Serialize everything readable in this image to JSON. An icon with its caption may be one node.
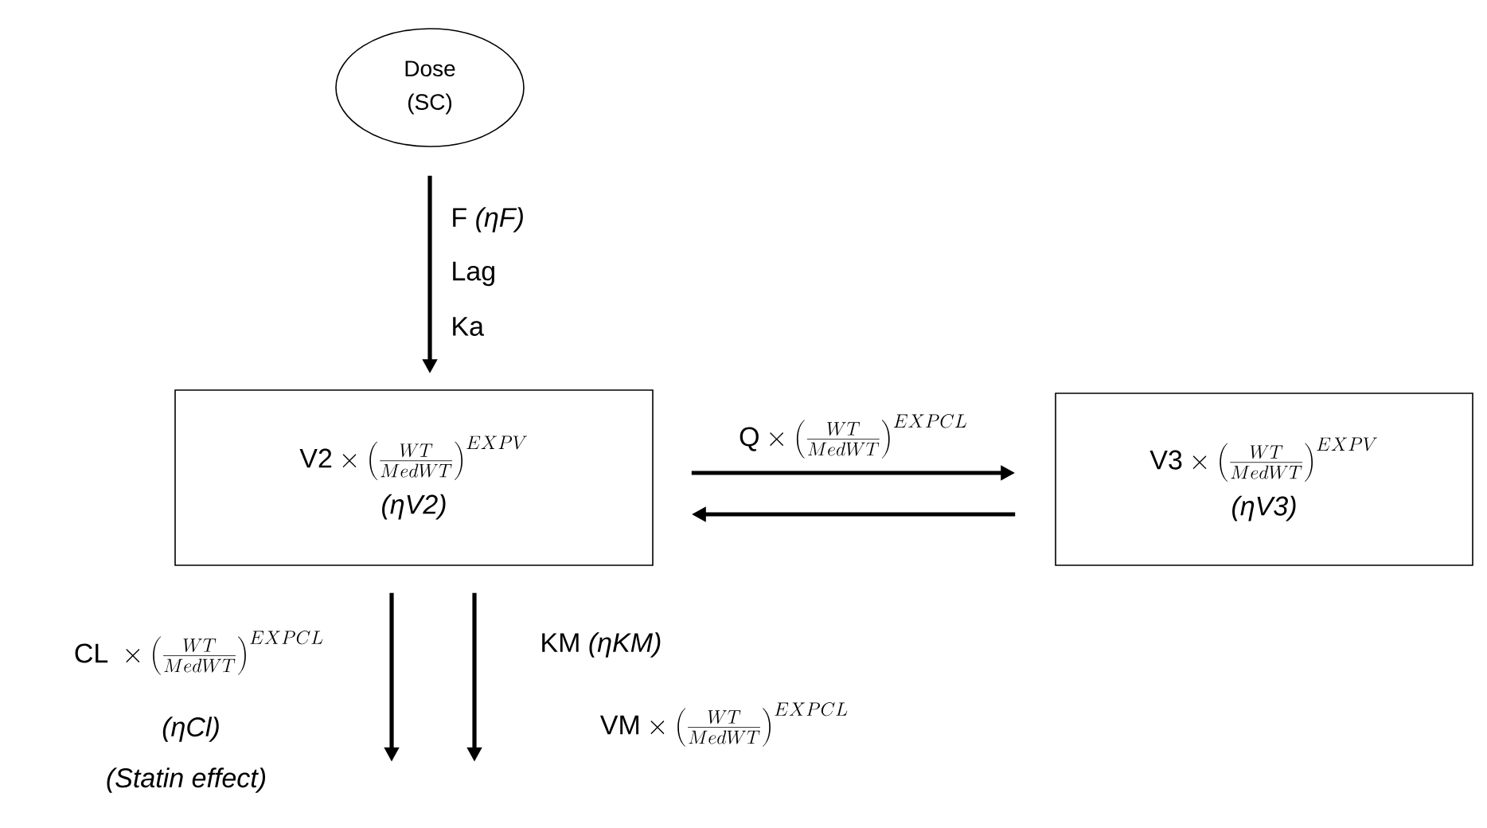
{
  "diagram": {
    "nodes": [
      {
        "text": [
          "Dose (SC)"
        ]
      },
      {
        "text": [
          "\\mathrm{V2}\\times\\left(\\frac{WT}{MedWT}\\right)^{EXPV}",
          "(ηV2)"
        ]
      },
      {
        "text": [
          "\\mathrm{V3}\\times\\left(\\frac{WT}{MedWT}\\right)^{EXPV}",
          "(ηV3)"
        ]
      }
    ],
    "edges": [
      {
        "from": 0,
        "to": 1,
        "arrow": "to",
        "label": "F *(ηF)*"
      },
      {
        "from": 1,
        "to": 2,
        "arrow": "to",
        "label": "\\mathrm{Q}\\times\\left(\\frac{WT}{MedWT}\\right)^{EXPCL}"
      },
      {
        "from": 2,
        "to": 1,
        "arrow": "to"
      },
      {
        "from": 1,
        "to": null,
        "arrow": "to",
        "label": "\\mathrm{CL}\\ \\times\\left(\\frac{WT}{MedWT}\\right)^{EXPCL}"
      },
      {
        "from": 1,
        "to": null,
        "arrow": "to",
        "label": "KM *(ηKM)*"
      }
    ],
    "labels": [
      "Lag",
      "Ka",
      "(ηCl)",
      "(Statin effect)",
      "\\mathrm{VM}\\times\\left(\\frac{WT}{MedWT}\\right)^{EXPCL}"
    ]
  }
}
